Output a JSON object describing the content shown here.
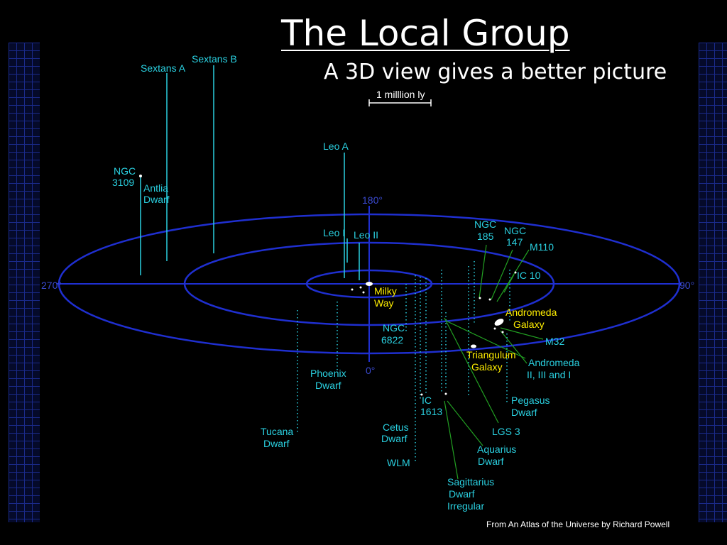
{
  "title": "The Local Group",
  "subtitle": "A 3D view gives a better picture",
  "credit": "From An Atlas of the Universe by Richard Powell",
  "scale_label": "1 milllion ly",
  "angles": {
    "top": "180°",
    "right": "90°",
    "bottom": "0°",
    "left": "270°"
  },
  "labels": {
    "sextans_a": "Sextans A",
    "sextans_b": "Sextans B",
    "ngc3109_1": "NGC",
    "ngc3109_2": "3109",
    "antlia_1": "Antlia",
    "antlia_2": "Dwarf",
    "leo_a": "Leo A",
    "leo_i": "Leo I",
    "leo_ii": "Leo II",
    "ngc185_1": "NGC",
    "ngc185_2": "185",
    "ngc147_1": "NGC",
    "ngc147_2": "147",
    "m110": "M110",
    "ic10": "IC 10",
    "milky_1": "Milky",
    "milky_2": "Way",
    "andromeda_1": "Andromeda",
    "andromeda_2": "Galaxy",
    "m32": "M32",
    "ngc6822_1": "NGC",
    "ngc6822_2": "6822",
    "triangulum_1": "Triangulum",
    "triangulum_2": "Galaxy",
    "and_dwarfs_1": "Andromeda",
    "and_dwarfs_2": "II, III and I",
    "phoenix_1": "Phoenix",
    "phoenix_2": "Dwarf",
    "ic1613_1": "IC",
    "ic1613_2": "1613",
    "pegasus_1": "Pegasus",
    "pegasus_2": "Dwarf",
    "lgs3": "LGS 3",
    "tucana_1": "Tucana",
    "tucana_2": "Dwarf",
    "cetus_1": "Cetus",
    "cetus_2": "Dwarf",
    "aquarius_1": "Aquarius",
    "aquarius_2": "Dwarf",
    "wlm": "WLM",
    "sagittarius_1": "Sagittarius",
    "sagittarius_2": "Dwarf",
    "sagittarius_3": "Irregular"
  },
  "colors": {
    "background": "#000000",
    "orbit": "#1f2fd0",
    "label_cyan": "#2ad0e0",
    "label_yellow": "#ffee00",
    "pointer_green": "#22a022",
    "grid": "#1a2a8a"
  }
}
